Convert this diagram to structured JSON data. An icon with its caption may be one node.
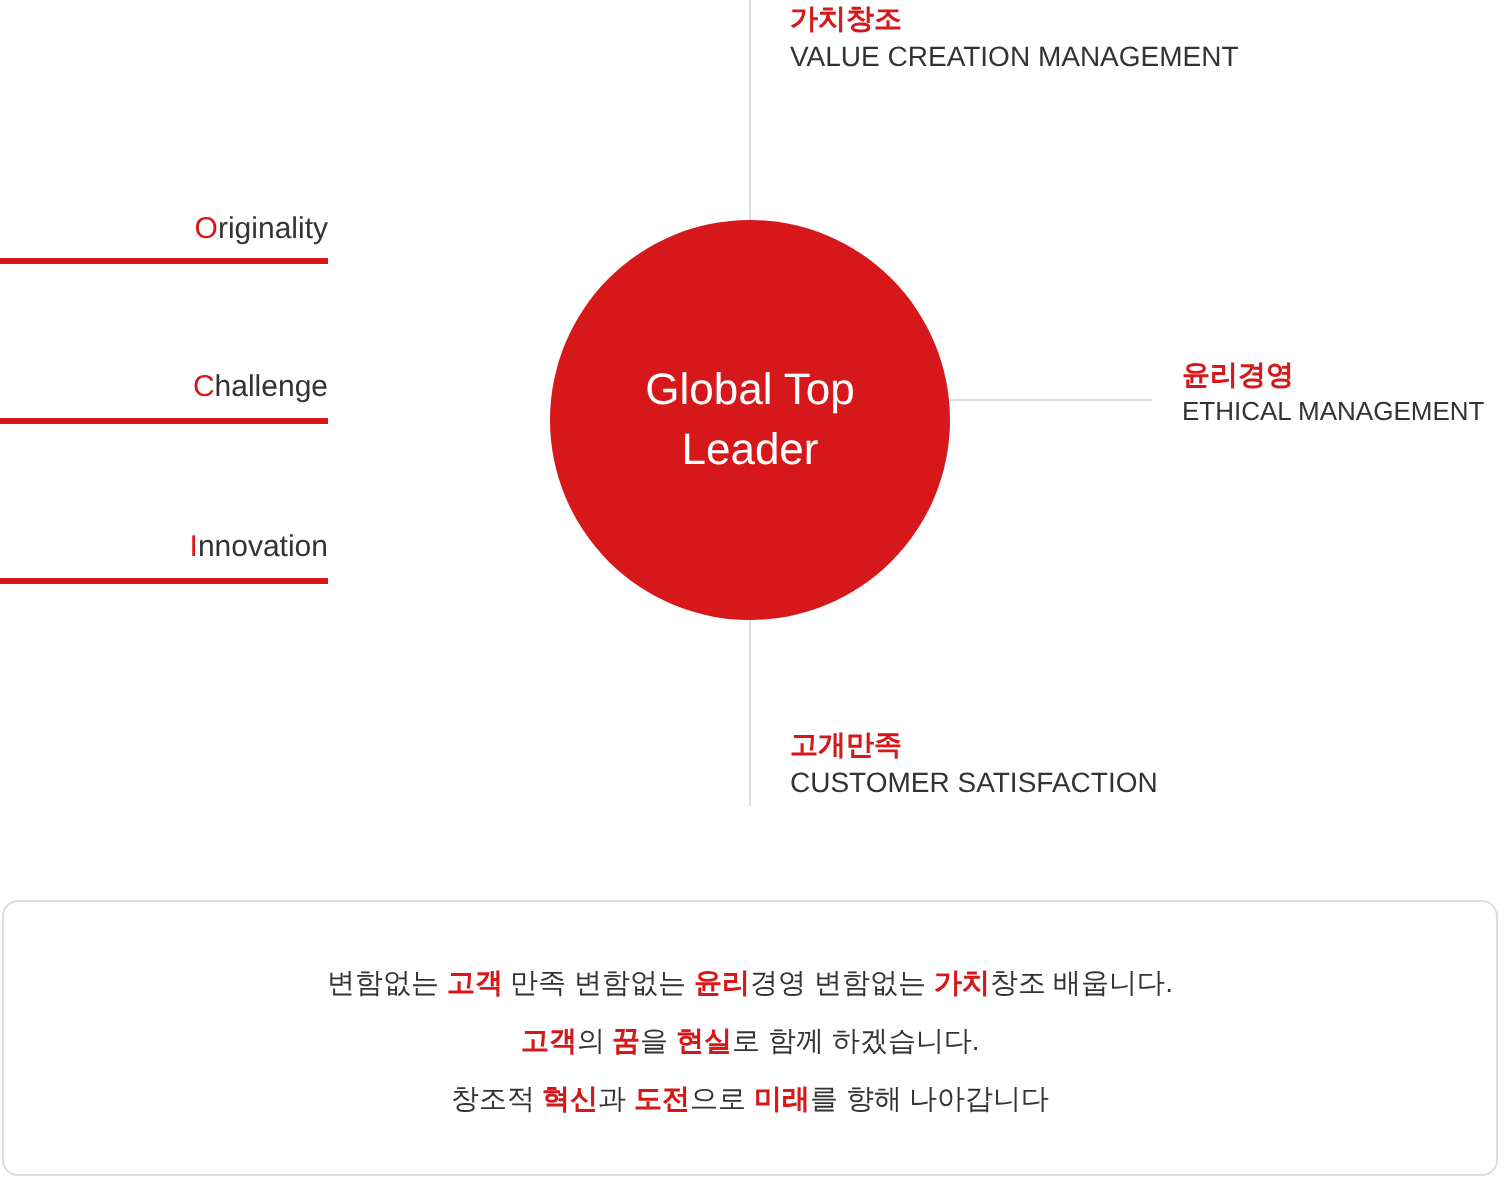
{
  "diagram": {
    "nodes": [
      {
        "text": [
          "가치창조",
          "VALUE CREATION MANAGEMENT"
        ]
      },
      {
        "text": [
          "Global Top Leader"
        ]
      },
      {
        "text": [
          "윤리경영",
          "ETHICAL MANAGEMENT"
        ]
      },
      {
        "text": [
          "고개만족",
          "CUSTOMER SATISFACTION"
        ]
      },
      {
        "text": [
          "변함없는 **고객** 만족 변함없는 **윤리**경영 변함없는 **가치**창조 배웁니다.",
          "**고객**의 **꿈**을 **현실**로 함께 하겠습니다.",
          "창조적 **혁신**과 **도전**으로 **미래**를 향해 나아갑니다"
        ]
      }
    ],
    "edges": [
      {
        "from": 1,
        "to": 0,
        "arrow": "none"
      },
      {
        "from": 1,
        "to": 2,
        "arrow": "none"
      },
      {
        "from": 1,
        "to": 3,
        "arrow": "none"
      }
    ],
    "labels": [
      "Originality",
      "Challenge",
      "Innovation"
    ]
  }
}
